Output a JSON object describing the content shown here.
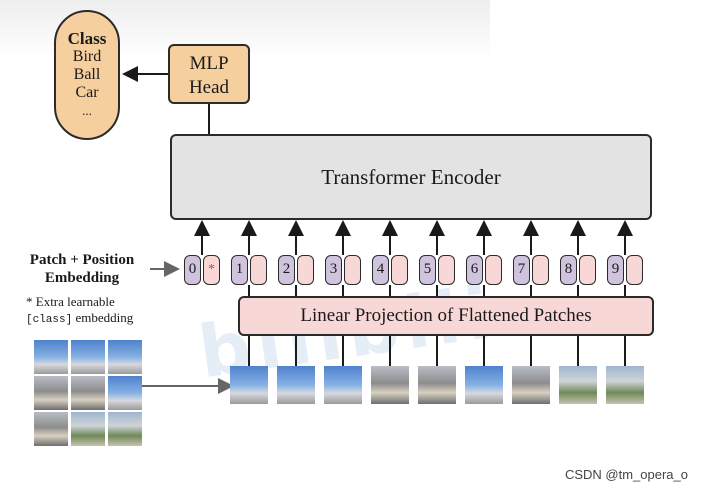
{
  "class_box": {
    "title": "Class",
    "items": [
      "Bird",
      "Ball",
      "Car"
    ],
    "ellipsis": "..."
  },
  "mlp_head": {
    "line1": "MLP",
    "line2": "Head"
  },
  "encoder": {
    "label": "Transformer Encoder"
  },
  "projection": {
    "label": "Linear Projection of Flattened Patches"
  },
  "embedding_label": {
    "line1": "Patch + Position",
    "line2": "Embedding"
  },
  "note": {
    "prefix": "* Extra learnable",
    "code": "[class]",
    "suffix": " embedding"
  },
  "tokens": [
    {
      "index": "0",
      "marker": "*"
    },
    {
      "index": "1"
    },
    {
      "index": "2"
    },
    {
      "index": "3"
    },
    {
      "index": "4"
    },
    {
      "index": "5"
    },
    {
      "index": "6"
    },
    {
      "index": "7"
    },
    {
      "index": "8"
    },
    {
      "index": "9"
    }
  ],
  "patches": [
    "sky",
    "sky",
    "sky",
    "bld",
    "bld",
    "sky",
    "bld",
    "grd",
    "grd"
  ],
  "watermark": "bilibili",
  "credit": "CSDN @tm_opera_o",
  "colors": {
    "head": "#f6cf9e",
    "encoder": "#e3e3e3",
    "projection": "#f8d8d6",
    "position": "#cfc3dd",
    "marker": "#c1473f"
  }
}
